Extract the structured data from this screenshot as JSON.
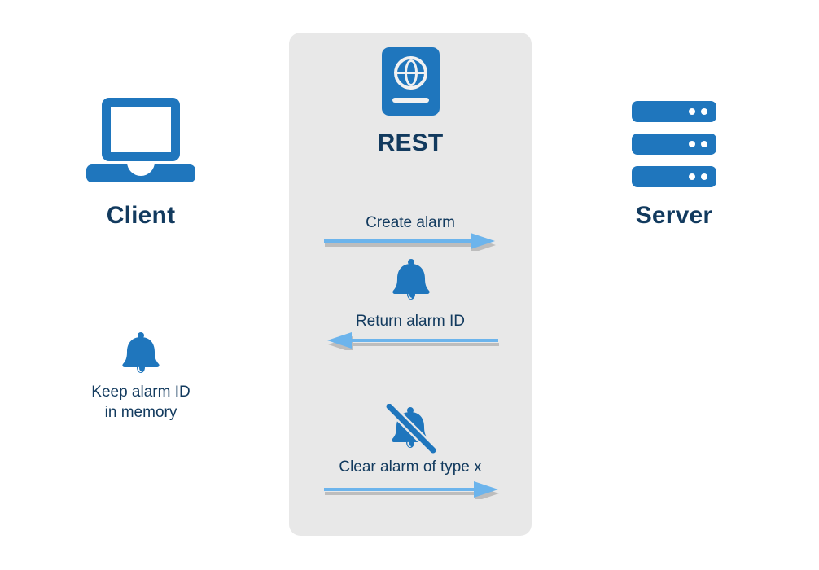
{
  "theme": {
    "blue": "#1f76bd",
    "arrow_blue": "#6cb4ec",
    "arrow_shadow": "#bdbdbd",
    "panel_bg": "#e8e8e8",
    "text_navy": "#123a5e",
    "page_bg": "#ffffff"
  },
  "client": {
    "icon": "laptop-icon",
    "label": "Client"
  },
  "server": {
    "icon": "server-icon",
    "label": "Server"
  },
  "rest": {
    "icon": "globe-passport-icon",
    "label": "REST"
  },
  "client_note": {
    "icon": "bell-icon",
    "line1": "Keep alarm ID",
    "line2": "in memory"
  },
  "messages": [
    {
      "label": "Create alarm",
      "direction": "right",
      "icon": "bell-icon",
      "icon_position": "below"
    },
    {
      "label": "Return alarm ID",
      "direction": "left",
      "icon": null,
      "icon_position": null
    },
    {
      "label": "Clear alarm of type x",
      "direction": "right",
      "icon": "bell-off-icon",
      "icon_position": "above"
    }
  ]
}
